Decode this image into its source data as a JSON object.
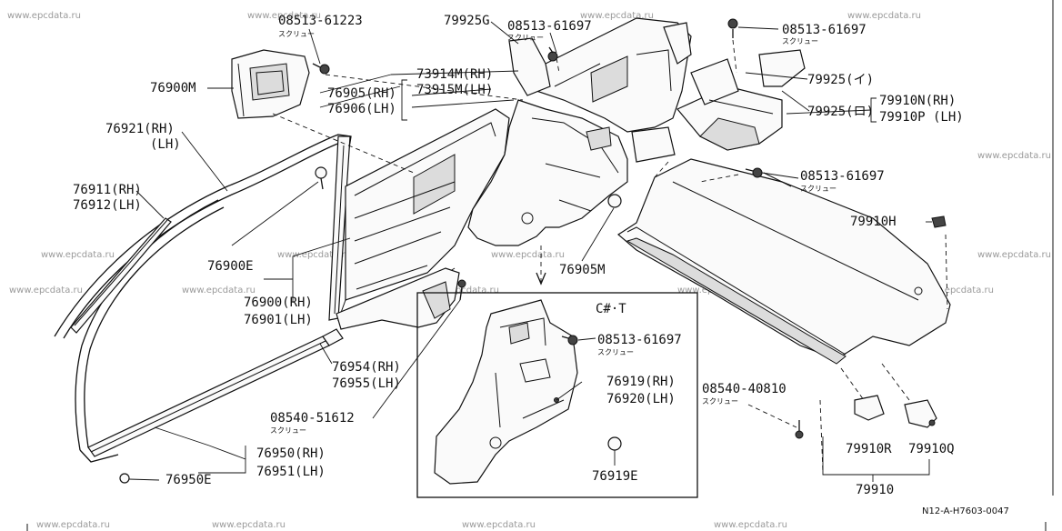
{
  "watermark": "www.epcdata.ru",
  "inset_label": "C#·T",
  "drawing_code": "N12-A-H7603-0047",
  "callouts": {
    "c_08513_61223": "08513-61223",
    "c_79925g": "79925G",
    "c_08513_61697_a": "08513-61697",
    "c_08513_61697_b": "08513-61697",
    "c_76900m": "76900M",
    "c_73914m": "73914M(RH)",
    "c_73915m": "73915M(LH)",
    "c_76905": "76905(RH)",
    "c_76906": "76906(LH)",
    "c_79925i": "79925(イ)",
    "c_79925ro": "79925(ロ)",
    "c_79910n": "79910N(RH)",
    "c_79910p": "79910P (LH)",
    "c_76921": "76921(RH)",
    "c_76921lh": "(LH)",
    "c_08513_61697_c": "08513-61697",
    "c_76911": "76911(RH)",
    "c_76912": "76912(LH)",
    "c_79910h": "79910H",
    "c_76900e": "76900E",
    "c_76905m": "76905M",
    "c_76900": "76900(RH)",
    "c_76901": "76901(LH)",
    "c_08513_61697_d": "08513-61697",
    "c_76919": "76919(RH)",
    "c_76920": "76920(LH)",
    "c_76954": "76954(RH)",
    "c_76955": "76955(LH)",
    "c_08540_40810": "08540-40810",
    "c_08540_51612": "08540-51612",
    "c_76950": "76950(RH)",
    "c_76951": "76951(LH)",
    "c_76950e": "76950E",
    "c_76919e": "76919E",
    "c_79910r": "79910R",
    "c_79910q": "79910Q",
    "c_79910": "79910"
  },
  "notes": {
    "screw": "スクリュー"
  }
}
